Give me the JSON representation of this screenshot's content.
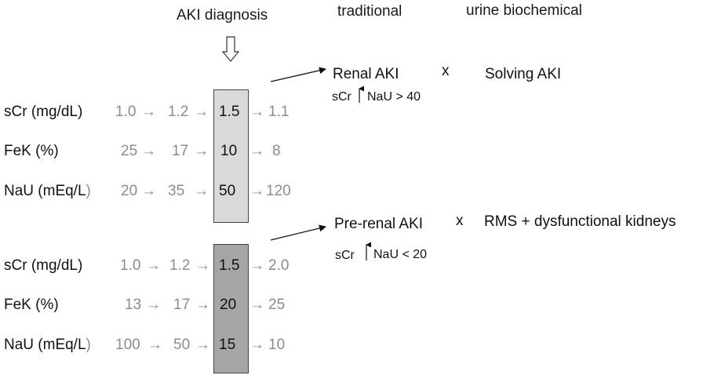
{
  "headers": {
    "aki_diagnosis": "AKI diagnosis",
    "traditional": "traditional",
    "urine_biochemical": "urine biochemical"
  },
  "group1": {
    "box_color": "#d9d9d9",
    "rows": [
      {
        "label": "sCr (mg/dL)",
        "v1": "1.0",
        "v2": "1.2",
        "v3": "1.5",
        "v4": "1.1"
      },
      {
        "label": "FeK (%)",
        "v1": "25",
        "v2": "17",
        "v3": "10",
        "v4": "8"
      },
      {
        "label_main": "NaU (mEq/L",
        "label_tail": ")",
        "v1": "20",
        "v2": "35",
        "v3": "50",
        "v4": "120"
      }
    ]
  },
  "group2": {
    "box_color": "#a6a6a6",
    "rows": [
      {
        "label": "sCr (mg/dL)",
        "v1": "1.0",
        "v2": "1.2",
        "v3": "1.5",
        "v4": "2.0"
      },
      {
        "label": "FeK (%)",
        "v1": "13",
        "v2": "17",
        "v3": "20",
        "v4": "25"
      },
      {
        "label_main": "NaU (mEq/L",
        "label_tail": ")",
        "v1": "100",
        "v2": "50",
        "v3": "15",
        "v4": "10"
      }
    ]
  },
  "renal": {
    "title": "Renal AKI",
    "x_mark": "x",
    "outcome": "Solving AKI",
    "criteria_prefix": "sCr",
    "criteria_suffix": "NaU > 40"
  },
  "prerenal": {
    "title": "Pre-renal AKI",
    "x_mark": "x",
    "outcome": "RMS + dysfunctional kidneys",
    "criteria_prefix": "sCr",
    "criteria_suffix": "NaU < 20"
  },
  "arrow_glyph": "→"
}
